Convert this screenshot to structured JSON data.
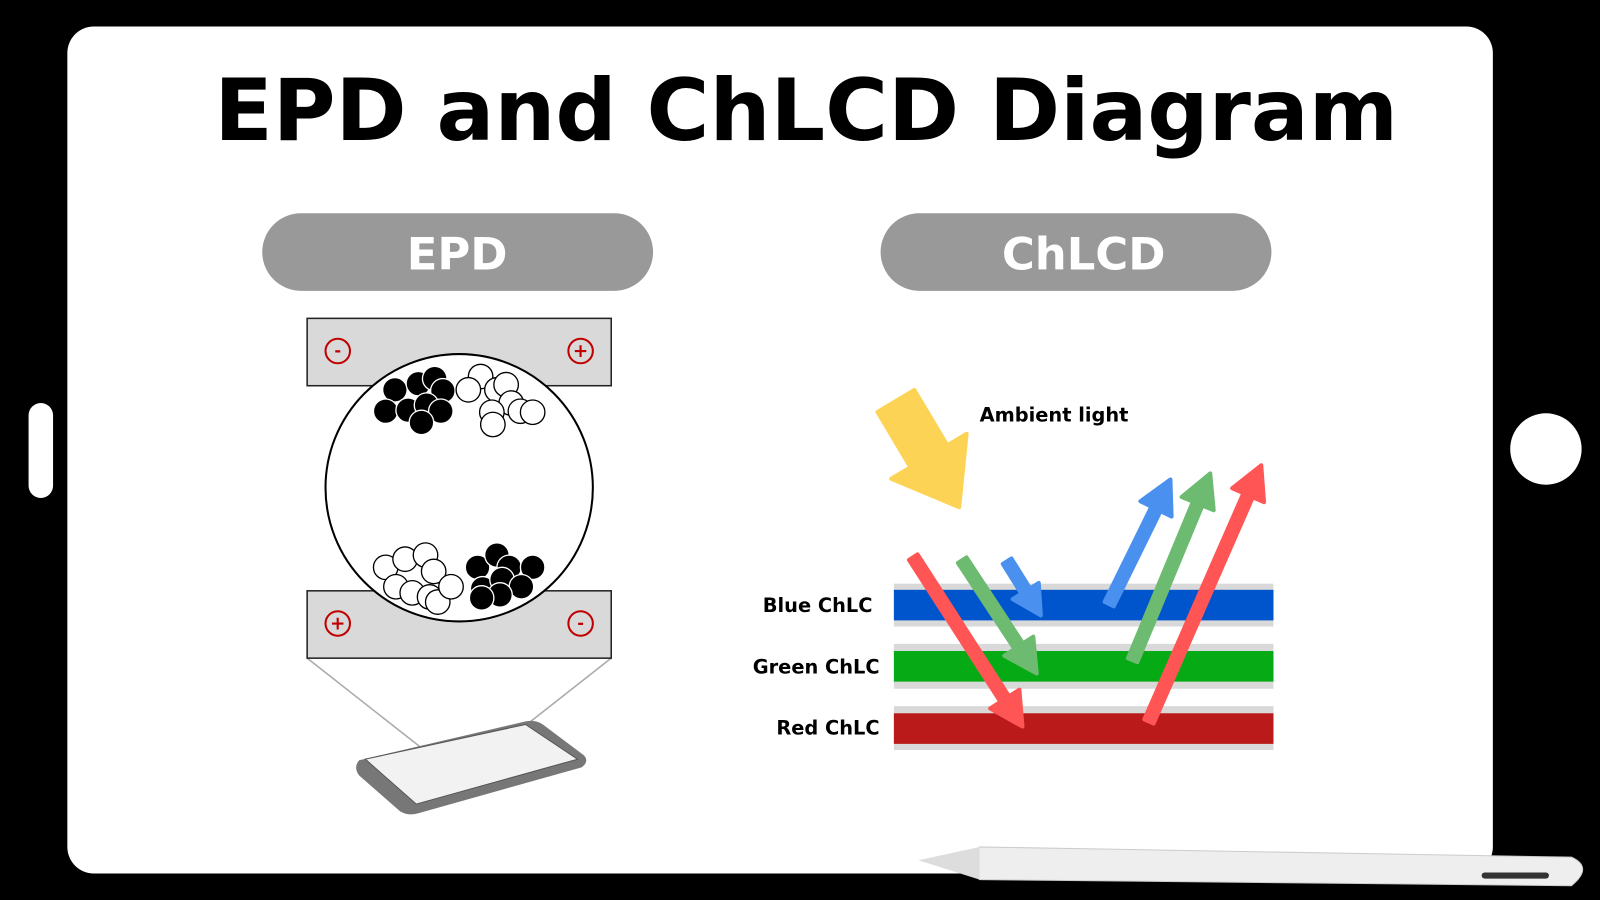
{
  "title": "EPD and ChLCD Diagram",
  "epd": {
    "label": "EPD",
    "top_left_sign": "-",
    "top_right_sign": "+",
    "bottom_left_sign": "+",
    "bottom_right_sign": "-"
  },
  "chlcd": {
    "label": "ChLCD",
    "ambient_label": "Ambient light",
    "layers": [
      {
        "label": "Blue ChLC",
        "color": "#0055cc"
      },
      {
        "label": "Green ChLC",
        "color": "#05aa15"
      },
      {
        "label": "Red ChLC",
        "color": "#bb1a1a"
      }
    ]
  },
  "colors": {
    "pill": "#999999",
    "electrode": "#d9d9d9",
    "sign": "#c00000",
    "ambient": "#fdd355",
    "blue_arrow": "#4a90ee",
    "green_arrow": "#6dbb70",
    "red_arrow": "#ff5555"
  }
}
